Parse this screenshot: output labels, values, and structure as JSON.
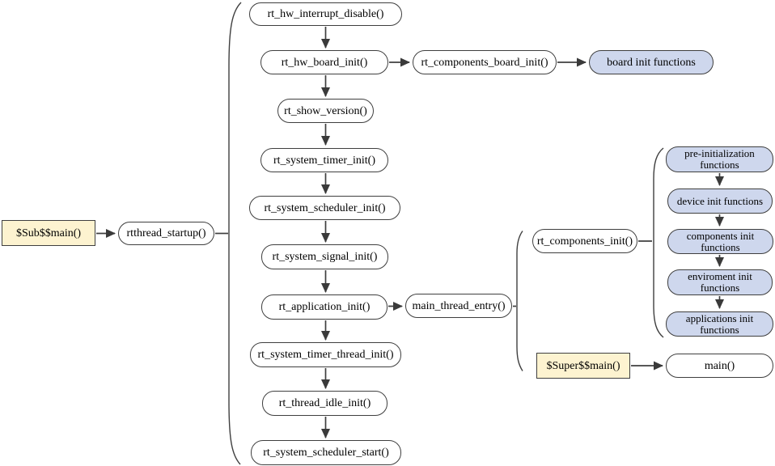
{
  "diagram": {
    "colors": {
      "node_border": "#3f3f3f",
      "edge": "#3f3f3f",
      "white_fill": "#ffffff",
      "blue_fill": "#ced7ed",
      "yellow_fill": "#fdf3d0"
    },
    "nodes": {
      "sub_main": "$Sub$$main()",
      "rtthread_startup": "rtthread_startup()",
      "rt_hw_interrupt_disable": "rt_hw_interrupt_disable()",
      "rt_hw_board_init": "rt_hw_board_init()",
      "rt_components_board_init": "rt_components_board_init()",
      "board_init_functions": "board init functions",
      "rt_show_version": "rt_show_version()",
      "rt_system_timer_init": "rt_system_timer_init()",
      "rt_system_scheduler_init": "rt_system_scheduler_init()",
      "rt_system_signal_init": "rt_system_signal_init()",
      "rt_application_init": "rt_application_init()",
      "main_thread_entry": "main_thread_entry()",
      "rt_components_init": "rt_components_init()",
      "rt_system_timer_thread_init": "rt_system_timer_thread_init()",
      "rt_thread_idle_init": "rt_thread_idle_init()",
      "rt_system_scheduler_start": "rt_system_scheduler_start()",
      "super_main": "$Super$$main()",
      "main": "main()",
      "pre_initialization_functions": "pre-initialization functions",
      "device_init_functions": "device init functions",
      "components_init_functions": "components init functions",
      "enviroment_init_functions": "enviroment init functions",
      "applications_init_functions": "applications init functions"
    }
  }
}
